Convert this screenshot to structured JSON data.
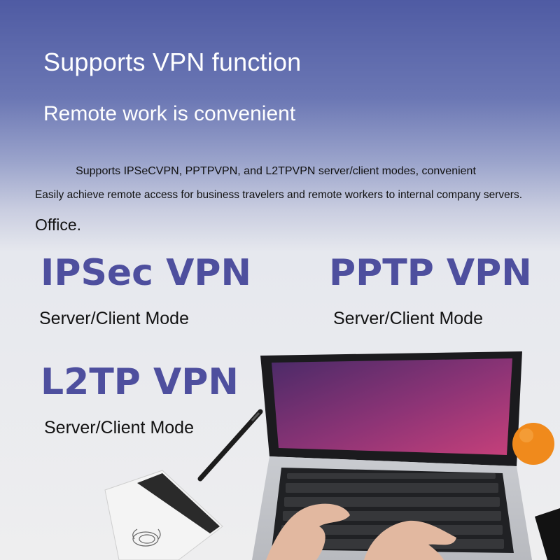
{
  "heading": "Supports VPN function",
  "subheading": "Remote work is convenient",
  "description": {
    "line1": "Supports IPSeCVPN, PPTPVPN, and L2TPVPN server/client modes, convenient",
    "line2": "Easily achieve remote access for business travelers and remote workers to internal company servers.",
    "line3": "Office."
  },
  "features": [
    {
      "title": "IPSec VPN",
      "mode": "Server/Client Mode"
    },
    {
      "title": "PPTP VPN",
      "mode": "Server/Client Mode"
    },
    {
      "title": "L2TP VPN",
      "mode": "Server/Client Mode"
    }
  ],
  "colors": {
    "banner_top": "#4f5ba3",
    "feature_title": "#4e4f9e",
    "screen_gradient": [
      "#5a2a6e",
      "#b03a7a"
    ]
  }
}
